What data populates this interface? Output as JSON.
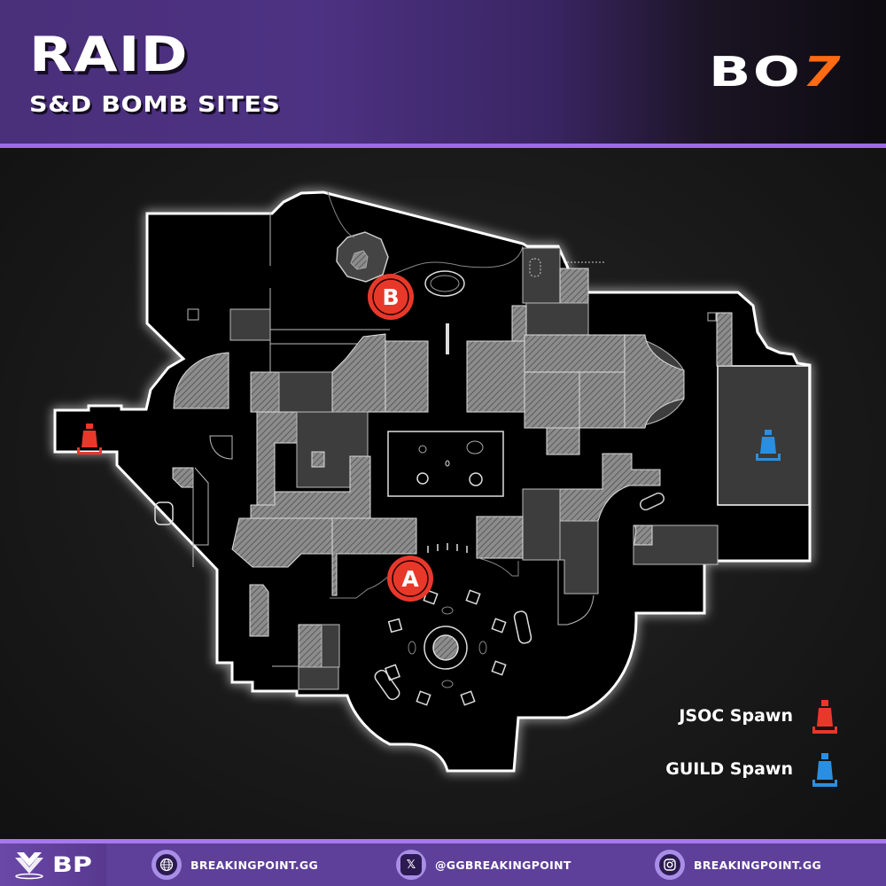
{
  "header": {
    "map_name": "RAID",
    "subtitle": "S&D BOMB SITES",
    "game_logo_white": "BO",
    "game_logo_accent": "7"
  },
  "map": {
    "bomb_sites": [
      {
        "label": "B"
      },
      {
        "label": "A"
      }
    ],
    "spawns": [
      {
        "team": "JSOC",
        "color": "#e8382a"
      },
      {
        "team": "GUILD",
        "color": "#2a8fe0"
      }
    ]
  },
  "legend": {
    "items": [
      {
        "label": "JSOC Spawn",
        "icon": "jsoc-spawn-icon",
        "color": "#e8382a"
      },
      {
        "label": "GUILD Spawn",
        "icon": "guild-spawn-icon",
        "color": "#2a8fe0"
      }
    ]
  },
  "footer": {
    "brand": "BP",
    "links": [
      {
        "icon": "globe-icon",
        "label": "BREAKINGPOINT.GG"
      },
      {
        "icon": "x-icon",
        "label": "@GGBREAKINGPOINT"
      },
      {
        "icon": "instagram-icon",
        "label": "BREAKINGPOINT.GG"
      }
    ]
  },
  "colors": {
    "accent_purple": "#9d6be8",
    "site_red": "#e8382a",
    "logo_orange": "#ff6a13"
  }
}
